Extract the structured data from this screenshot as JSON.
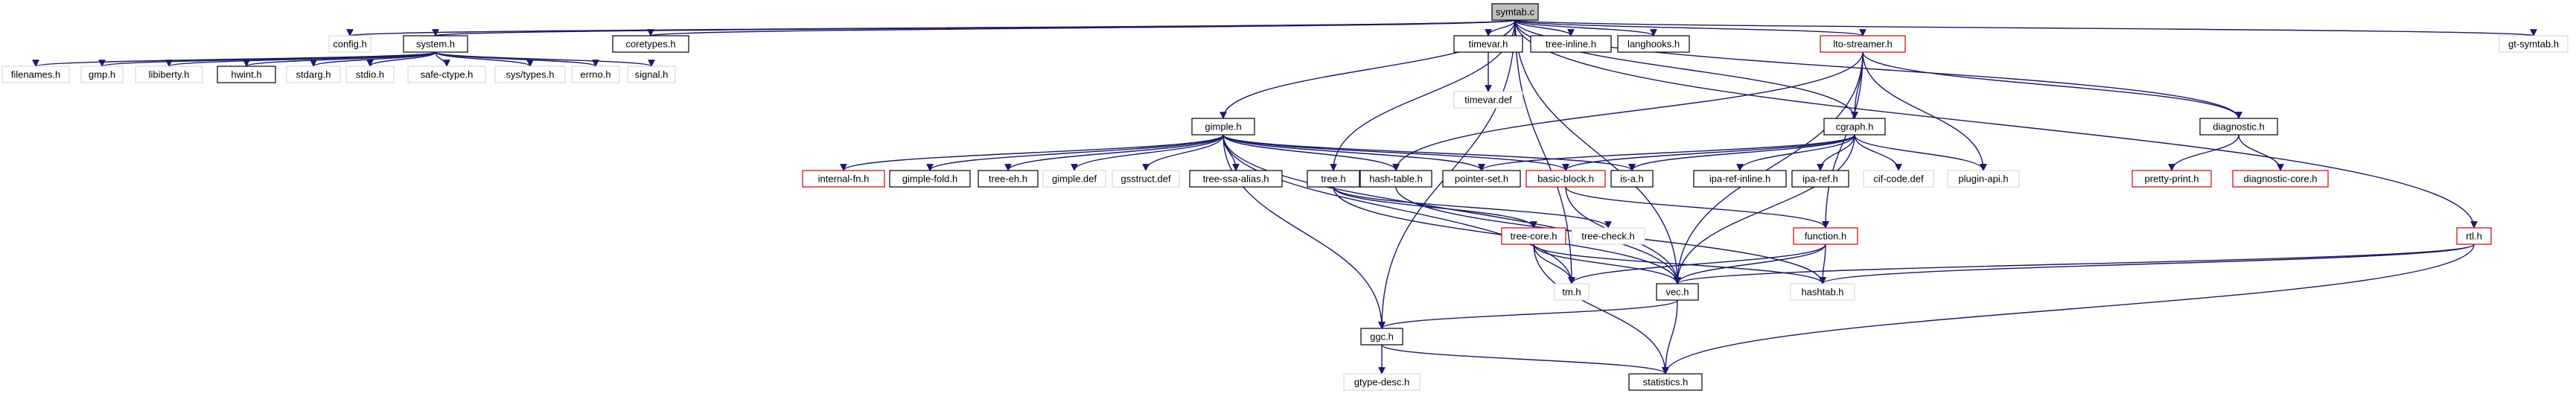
{
  "graph": {
    "nodes": [
      {
        "id": "symtab",
        "label": "symtab.c",
        "style": "root"
      },
      {
        "id": "config",
        "label": "config.h",
        "style": "none"
      },
      {
        "id": "system",
        "label": "system.h",
        "style": "black"
      },
      {
        "id": "coretypes",
        "label": "coretypes.h",
        "style": "black"
      },
      {
        "id": "timevar",
        "label": "timevar.h",
        "style": "black"
      },
      {
        "id": "treeinline",
        "label": "tree-inline.h",
        "style": "black"
      },
      {
        "id": "langhooks",
        "label": "langhooks.h",
        "style": "black"
      },
      {
        "id": "ltostreamer",
        "label": "lto-streamer.h",
        "style": "red"
      },
      {
        "id": "ggtsymtab",
        "label": "gt-symtab.h",
        "style": "none"
      },
      {
        "id": "filenames",
        "label": "filenames.h",
        "style": "none"
      },
      {
        "id": "gmp",
        "label": "gmp.h",
        "style": "none"
      },
      {
        "id": "libiberty",
        "label": "libiberty.h",
        "style": "none"
      },
      {
        "id": "hwint",
        "label": "hwint.h",
        "style": "black"
      },
      {
        "id": "stdarg",
        "label": "stdarg.h",
        "style": "none"
      },
      {
        "id": "stdio",
        "label": "stdio.h",
        "style": "none"
      },
      {
        "id": "safectype",
        "label": "safe-ctype.h",
        "style": "none"
      },
      {
        "id": "systypes",
        "label": "sys/types.h",
        "style": "none"
      },
      {
        "id": "errno",
        "label": "errno.h",
        "style": "none"
      },
      {
        "id": "signal",
        "label": "signal.h",
        "style": "none"
      },
      {
        "id": "timevardef",
        "label": "timevar.def",
        "style": "none"
      },
      {
        "id": "gimple",
        "label": "gimple.h",
        "style": "black"
      },
      {
        "id": "cgraph",
        "label": "cgraph.h",
        "style": "black"
      },
      {
        "id": "diagnostic",
        "label": "diagnostic.h",
        "style": "black"
      },
      {
        "id": "internalfn",
        "label": "internal-fn.h",
        "style": "red"
      },
      {
        "id": "gimplefold",
        "label": "gimple-fold.h",
        "style": "black"
      },
      {
        "id": "treeeh",
        "label": "tree-eh.h",
        "style": "black"
      },
      {
        "id": "gimpledef",
        "label": "gimple.def",
        "style": "none"
      },
      {
        "id": "gsstructdef",
        "label": "gsstruct.def",
        "style": "none"
      },
      {
        "id": "treessaalias",
        "label": "tree-ssa-alias.h",
        "style": "black"
      },
      {
        "id": "treeh",
        "label": "tree.h",
        "style": "black"
      },
      {
        "id": "hashtable",
        "label": "hash-table.h",
        "style": "black"
      },
      {
        "id": "pointerset",
        "label": "pointer-set.h",
        "style": "black"
      },
      {
        "id": "basicblock",
        "label": "basic-block.h",
        "style": "red"
      },
      {
        "id": "isa",
        "label": "is-a.h",
        "style": "black"
      },
      {
        "id": "iparefinline",
        "label": "ipa-ref-inline.h",
        "style": "black"
      },
      {
        "id": "iparef",
        "label": "ipa-ref.h",
        "style": "black"
      },
      {
        "id": "cifcodedef",
        "label": "cif-code.def",
        "style": "none"
      },
      {
        "id": "pluginapi",
        "label": "plugin-api.h",
        "style": "none"
      },
      {
        "id": "prettyprint",
        "label": "pretty-print.h",
        "style": "red"
      },
      {
        "id": "diagcore",
        "label": "diagnostic-core.h",
        "style": "red"
      },
      {
        "id": "treecore",
        "label": "tree-core.h",
        "style": "red"
      },
      {
        "id": "treecheck",
        "label": "tree-check.h",
        "style": "none"
      },
      {
        "id": "functionh",
        "label": "function.h",
        "style": "red"
      },
      {
        "id": "rtl",
        "label": "rtl.h",
        "style": "red"
      },
      {
        "id": "tm",
        "label": "tm.h",
        "style": "none"
      },
      {
        "id": "vec",
        "label": "vec.h",
        "style": "black"
      },
      {
        "id": "hashtab",
        "label": "hashtab.h",
        "style": "none"
      },
      {
        "id": "ggc",
        "label": "ggc.h",
        "style": "black"
      },
      {
        "id": "gtypedesc",
        "label": "gtype-desc.h",
        "style": "none"
      },
      {
        "id": "statistics",
        "label": "statistics.h",
        "style": "black"
      }
    ],
    "edges": [
      [
        "symtab",
        "config"
      ],
      [
        "symtab",
        "system"
      ],
      [
        "symtab",
        "coretypes"
      ],
      [
        "symtab",
        "timevar"
      ],
      [
        "symtab",
        "treeinline"
      ],
      [
        "symtab",
        "langhooks"
      ],
      [
        "symtab",
        "ltostreamer"
      ],
      [
        "symtab",
        "ggtsymtab"
      ],
      [
        "symtab",
        "gimple"
      ],
      [
        "symtab",
        "cgraph"
      ],
      [
        "symtab",
        "diagnostic"
      ],
      [
        "symtab",
        "treeh"
      ],
      [
        "symtab",
        "tm"
      ],
      [
        "symtab",
        "vec"
      ],
      [
        "symtab",
        "ggc"
      ],
      [
        "symtab",
        "rtl"
      ],
      [
        "system",
        "filenames"
      ],
      [
        "system",
        "gmp"
      ],
      [
        "system",
        "libiberty"
      ],
      [
        "system",
        "hwint"
      ],
      [
        "system",
        "stdarg"
      ],
      [
        "system",
        "stdio"
      ],
      [
        "system",
        "safectype"
      ],
      [
        "system",
        "systypes"
      ],
      [
        "system",
        "errno"
      ],
      [
        "system",
        "signal"
      ],
      [
        "timevar",
        "timevardef"
      ],
      [
        "ltostreamer",
        "cgraph"
      ],
      [
        "ltostreamer",
        "pluginapi"
      ],
      [
        "ltostreamer",
        "diagnostic"
      ],
      [
        "ltostreamer",
        "hashtable"
      ],
      [
        "ltostreamer",
        "vec"
      ],
      [
        "ltostreamer",
        "functionh"
      ],
      [
        "gimple",
        "internalfn"
      ],
      [
        "gimple",
        "gimplefold"
      ],
      [
        "gimple",
        "treeeh"
      ],
      [
        "gimple",
        "gimpledef"
      ],
      [
        "gimple",
        "gsstructdef"
      ],
      [
        "gimple",
        "treessaalias"
      ],
      [
        "gimple",
        "hashtable"
      ],
      [
        "gimple",
        "pointerset"
      ],
      [
        "gimple",
        "basicblock"
      ],
      [
        "gimple",
        "isa"
      ],
      [
        "gimple",
        "ggc"
      ],
      [
        "gimple",
        "vec"
      ],
      [
        "gimple",
        "tm"
      ],
      [
        "cgraph",
        "pointerset"
      ],
      [
        "cgraph",
        "basicblock"
      ],
      [
        "cgraph",
        "isa"
      ],
      [
        "cgraph",
        "iparefinline"
      ],
      [
        "cgraph",
        "iparef"
      ],
      [
        "cgraph",
        "cifcodedef"
      ],
      [
        "cgraph",
        "pluginapi"
      ],
      [
        "cgraph",
        "vec"
      ],
      [
        "diagnostic",
        "prettyprint"
      ],
      [
        "diagnostic",
        "diagcore"
      ],
      [
        "treeh",
        "treecore"
      ],
      [
        "treeh",
        "treecheck"
      ],
      [
        "treeh",
        "vec"
      ],
      [
        "hashtable",
        "hashtab"
      ],
      [
        "basicblock",
        "vec"
      ],
      [
        "basicblock",
        "functionh"
      ],
      [
        "treecore",
        "vec"
      ],
      [
        "treecore",
        "tm"
      ],
      [
        "treecore",
        "hashtab"
      ],
      [
        "treecore",
        "statistics"
      ],
      [
        "functionh",
        "vec"
      ],
      [
        "functionh",
        "tm"
      ],
      [
        "functionh",
        "hashtab"
      ],
      [
        "rtl",
        "vec"
      ],
      [
        "rtl",
        "hashtab"
      ],
      [
        "rtl",
        "statistics"
      ],
      [
        "vec",
        "ggc"
      ],
      [
        "vec",
        "statistics"
      ],
      [
        "ggc",
        "gtypedesc"
      ],
      [
        "ggc",
        "statistics"
      ]
    ],
    "colors": {
      "edge": "#191970",
      "root_fill": "#bfbfbf",
      "black_border": "#000000",
      "red_border": "#cc0000",
      "none_border": "#d0d0d0"
    }
  }
}
